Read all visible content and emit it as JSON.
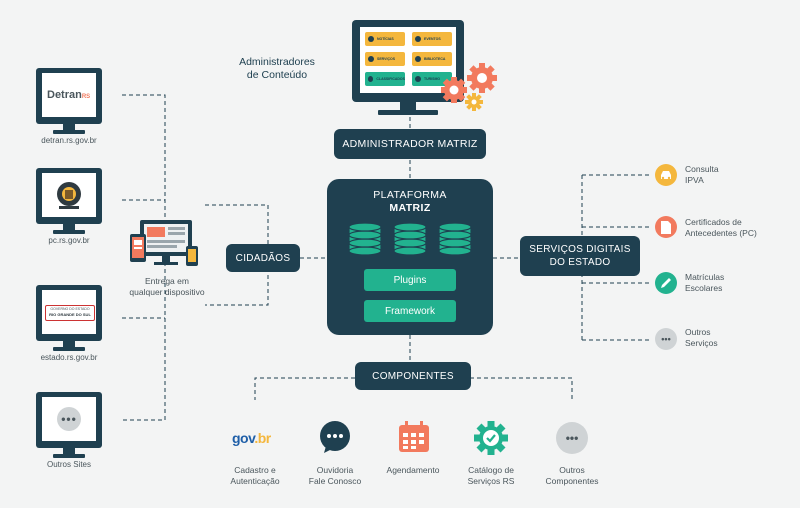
{
  "admin": {
    "label_line1": "Administradores",
    "label_line2": "de  Conteúdo"
  },
  "admin_screen_tiles": [
    {
      "text": "NOTÍCIAS",
      "color": "#f4b73d"
    },
    {
      "text": "EVENTOS",
      "color": "#f4b73d"
    },
    {
      "text": "SERVIÇOS",
      "color": "#f4b73d"
    },
    {
      "text": "BIBLIOTECA",
      "color": "#f4b73d"
    },
    {
      "text": "CLASSIFICADOS",
      "color": "#22b28f"
    },
    {
      "text": "TURISMO",
      "color": "#22b28f"
    }
  ],
  "admin_matriz": "ADMINISTRADOR MATRIZ",
  "platform": {
    "title1": "PLATAFORMA",
    "title2": "MATRIZ",
    "plugins": "Plugins",
    "framework": "Framework"
  },
  "cidadaos": "CIDADÃOS",
  "delivery_line1": "Entrega em",
  "delivery_line2": "qualquer dispositivo",
  "sites": [
    {
      "caption": "detran.rs.gov.br",
      "logo": "Detran",
      "logo_suffix": "RS"
    },
    {
      "caption": "pc.rs.gov.br"
    },
    {
      "caption": "estado.rs.gov.br",
      "logo_line1": "GOVERNO DO ESTADO",
      "logo_line2": "RIO GRANDE DO SUL"
    },
    {
      "caption": "Outros Sites"
    }
  ],
  "servicos": {
    "line1": "SERVIÇOS DIGITAIS",
    "line2": "DO ESTADO"
  },
  "services": [
    {
      "line1": "Consulta",
      "line2": "IPVA",
      "icon": "car-icon",
      "color": "#f4b73d"
    },
    {
      "line1": "Certificados de",
      "line2": "Antecedentes (PC)",
      "icon": "document-icon",
      "color": "#f27a5e"
    },
    {
      "line1": "Matrículas",
      "line2": "Escolares",
      "icon": "pencil-icon",
      "color": "#22b28f"
    },
    {
      "line1": "Outros",
      "line2": "Serviços",
      "icon": "more-icon",
      "color": "#cfd3d5"
    }
  ],
  "componentes": "COMPONENTES",
  "components": [
    {
      "line1": "Cadastro e",
      "line2": "Autenticação",
      "icon": "govbr-logo"
    },
    {
      "line1": "Ouvidoria",
      "line2": "Fale Conosco",
      "icon": "chat-icon"
    },
    {
      "line1": "Agendamento",
      "line2": "",
      "icon": "calendar-icon"
    },
    {
      "line1": "Catálogo de",
      "line2": "Serviços RS",
      "icon": "gear-check-icon"
    },
    {
      "line1": "Outros",
      "line2": "Componentes",
      "icon": "more-icon"
    }
  ],
  "govbr": {
    "part1": "gov",
    "part2": ".br"
  },
  "colors": {
    "navy": "#1f4050",
    "green": "#22b28f",
    "orange": "#f27a5e",
    "yellow": "#f4b73d",
    "grey": "#cfd3d5"
  }
}
